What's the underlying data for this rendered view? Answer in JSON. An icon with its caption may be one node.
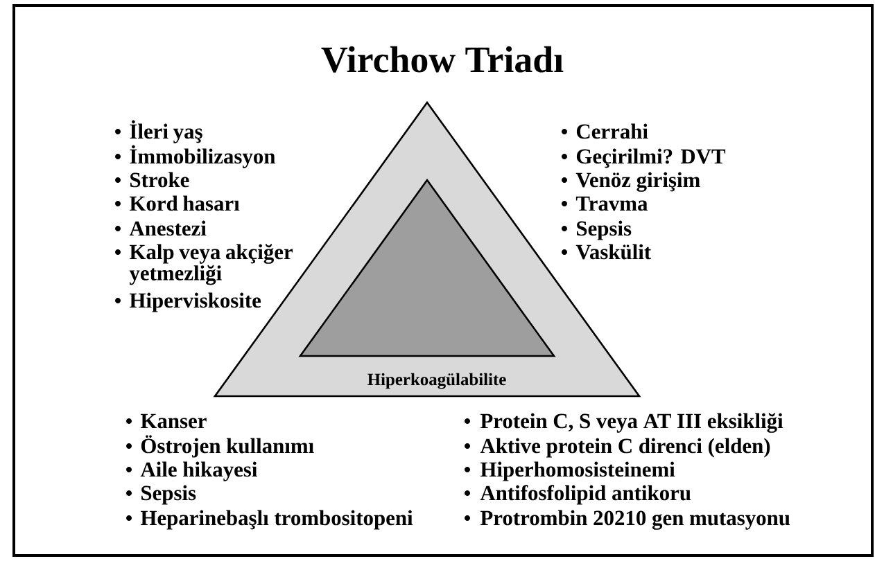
{
  "diagram": {
    "title": "Virchow Triadı",
    "nodes": [
      {
        "text": [
          "Hiperkoagülabilite"
        ]
      },
      {
        "text": [],
        "shape": "triangle",
        "in": 0
      }
    ],
    "labels": [
      "İleri yaş",
      "İmmobilizasyon",
      "Stroke",
      "Kord hasarı",
      "Anestezi",
      "Kalp veya akçiğer yetmezliği",
      "Hiperviskosite",
      "Cerrahi",
      "Geçirilmi? DVT",
      "Venöz girişim",
      "Travma",
      "Sepsis",
      "Vaskülit",
      "Kanser",
      "Östrojen kullanımı",
      "Aile hikayesi",
      "Sepsis",
      "Heparinebaşlı trombositopeni",
      "Protein C, S veya AT III eksikliği",
      "Aktive protein C direnci (elden)",
      "Hiperhomosisteinemi",
      "Antifosfolipid antikoru",
      "Protrombin 20210 gen mutasyonu"
    ]
  }
}
